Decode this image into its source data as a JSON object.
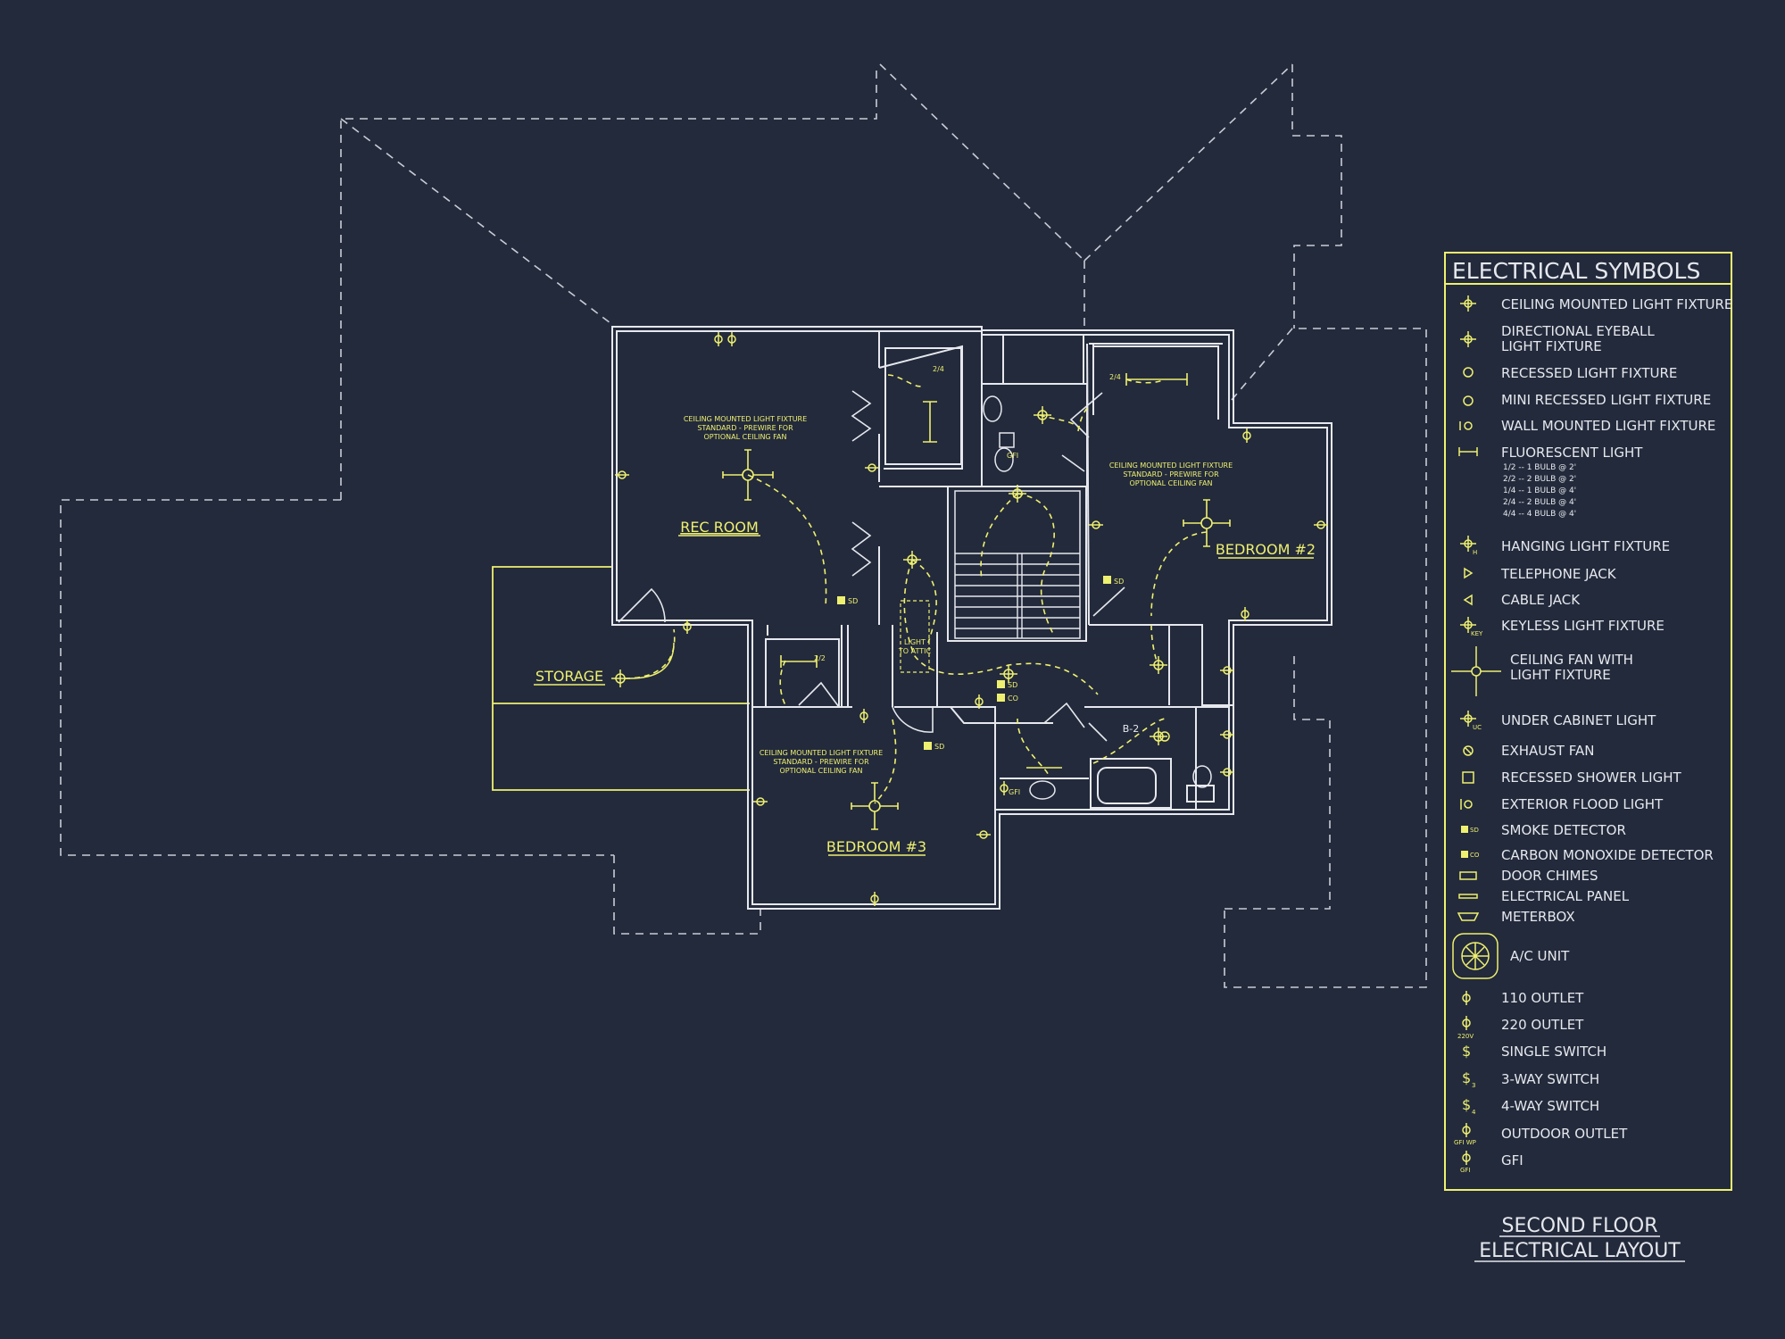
{
  "colors": {
    "background": "#232a3b",
    "walls": "#e6e8ee",
    "symbols": "#eef070",
    "dashed": "#c9ccd6"
  },
  "rooms": {
    "rec_room": "REC ROOM",
    "bedroom2": "BEDROOM #2",
    "bedroom3": "BEDROOM #3",
    "storage": "STORAGE",
    "bath2": "B-2"
  },
  "notes": {
    "fan_note_1": "CEILING MOUNTED LIGHT FIXTURE",
    "fan_note_2": "STANDARD - PREWIRE FOR",
    "fan_note_3": "OPTIONAL CEILING FAN",
    "light_to_attic_1": "LIGHT",
    "light_to_attic_2": "TO ATTIC"
  },
  "tags": {
    "sd": "SD",
    "co": "CO",
    "gfi": "GFI",
    "fl_2_4": "2/4",
    "fl_2_2": "2/2"
  },
  "legend": {
    "title": "ELECTRICAL SYMBOLS",
    "items": {
      "ceiling_mounted": "CEILING MOUNTED LIGHT FIXTURE",
      "directional_1": "DIRECTIONAL EYEBALL",
      "directional_2": "LIGHT FIXTURE",
      "recessed": "RECESSED LIGHT FIXTURE",
      "mini_recessed": "MINI RECESSED LIGHT FIXTURE",
      "wall_mounted": "WALL MOUNTED LIGHT FIXTURE",
      "fluorescent": "FLUORESCENT LIGHT",
      "fl_sub_1": "1/2 -- 1 BULB @ 2'",
      "fl_sub_2": "2/2 -- 2 BULB @ 2'",
      "fl_sub_3": "1/4 -- 1 BULB @ 4'",
      "fl_sub_4": "2/4 -- 2 BULB @ 4'",
      "fl_sub_5": "4/4 -- 4 BULB @ 4'",
      "hanging": "HANGING LIGHT FIXTURE",
      "telephone": "TELEPHONE JACK",
      "cable": "CABLE JACK",
      "keyless": "KEYLESS LIGHT FIXTURE",
      "fan_1": "CEILING FAN WITH",
      "fan_2": "LIGHT FIXTURE",
      "under_cabinet": "UNDER CABINET LIGHT",
      "exhaust": "EXHAUST FAN",
      "recessed_shower": "RECESSED SHOWER LIGHT",
      "flood": "EXTERIOR FLOOD LIGHT",
      "smoke": "SMOKE DETECTOR",
      "carbon": "CARBON MONOXIDE DETECTOR",
      "chimes": "DOOR CHIMES",
      "panel": "ELECTRICAL PANEL",
      "meterbox": "METERBOX",
      "ac": "A/C UNIT",
      "outlet110": "110 OUTLET",
      "outlet220": "220 OUTLET",
      "single_switch": "SINGLE SWITCH",
      "three_way": "3-WAY SWITCH",
      "four_way": "4-WAY SWITCH",
      "outdoor": "OUTDOOR OUTLET",
      "gfi": "GFI"
    },
    "sym": {
      "h": "H",
      "key": "KEY",
      "uc": "UC",
      "sd": "SD",
      "co": "CO",
      "v220": "220V",
      "s3": "3",
      "s4": "4",
      "gfiwp": "GFI WP",
      "gfi": "GFI"
    }
  },
  "sheet_title": {
    "line1": "SECOND FLOOR",
    "line2": "ELECTRICAL LAYOUT"
  }
}
